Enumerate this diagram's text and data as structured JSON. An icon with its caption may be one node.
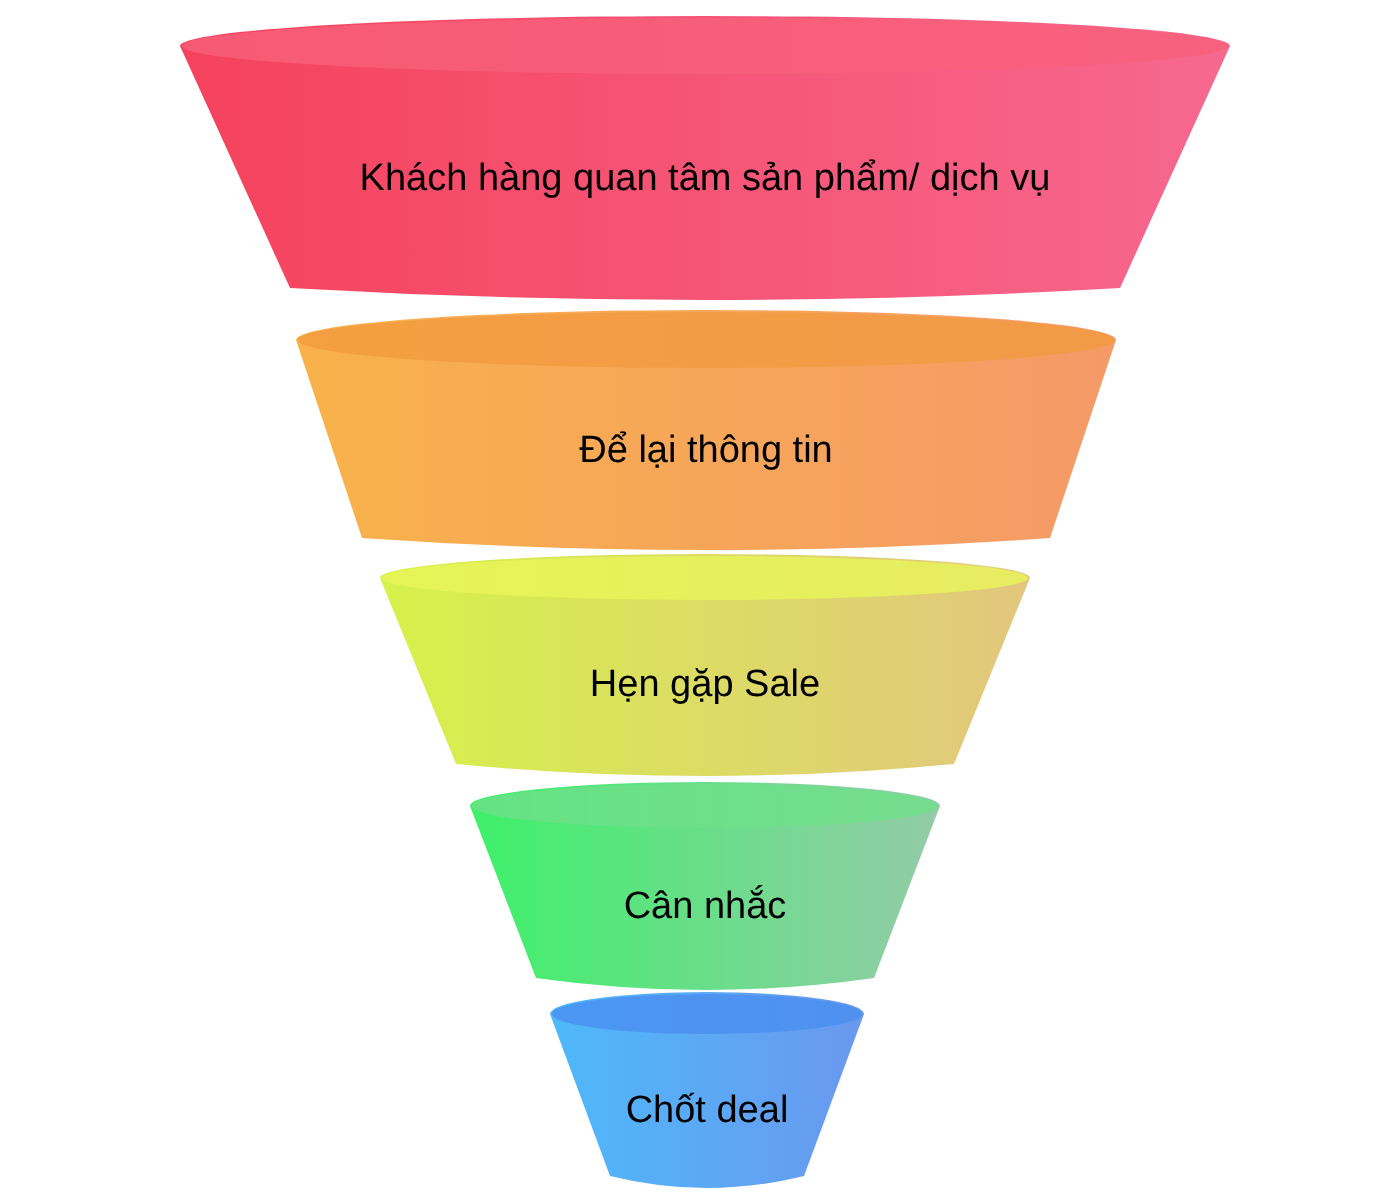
{
  "diagram": {
    "nodes": [
      {
        "text": [
          "Khách hàng quan tâm sản phẩm/ dịch vụ"
        ]
      },
      {
        "text": [
          "Để lại thông tin"
        ]
      },
      {
        "text": [
          "Hẹn gặp Sale"
        ]
      },
      {
        "text": [
          "Cân nhắc"
        ]
      },
      {
        "text": [
          "Chốt deal"
        ]
      }
    ]
  }
}
